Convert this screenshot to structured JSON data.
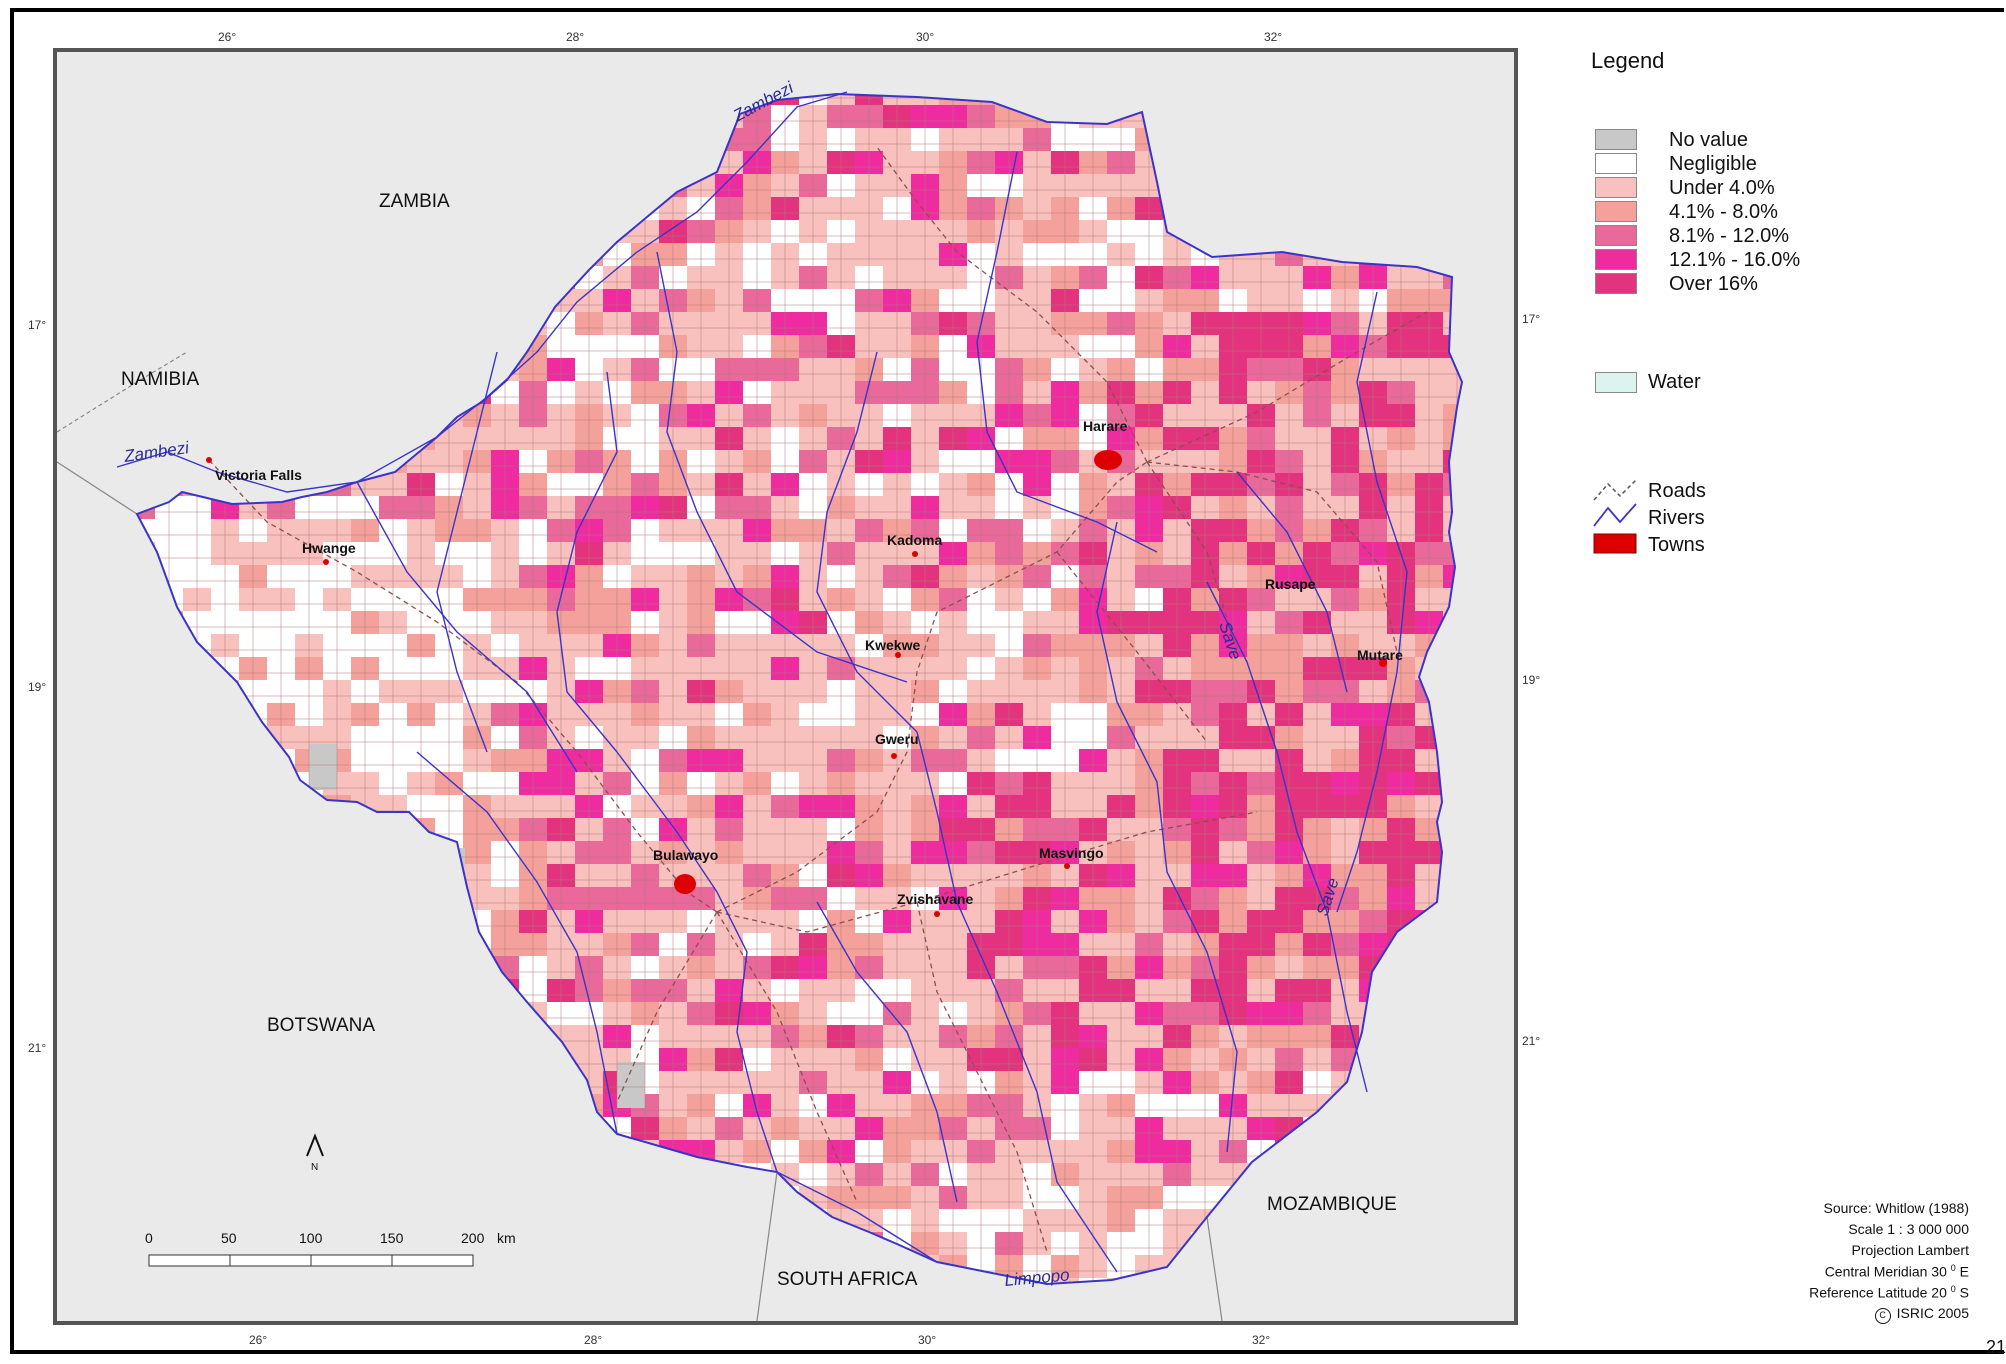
{
  "map": {
    "countries": {
      "zambia": "ZAMBIA",
      "namibia": "NAMIBIA",
      "botswana": "BOTSWANA",
      "south_africa": "SOUTH AFRICA",
      "mozambique": "MOZAMBIQUE"
    },
    "rivers": {
      "zambezi_1": "Zambezi",
      "zambezi_2": "Zambezi",
      "save_1": "Save",
      "save_2": "Save",
      "limpopo": "Limpopo"
    },
    "towns": [
      {
        "name": "Victoria Falls"
      },
      {
        "name": "Hwange"
      },
      {
        "name": "Harare"
      },
      {
        "name": "Kadoma"
      },
      {
        "name": "Rusape"
      },
      {
        "name": "Kwekwe"
      },
      {
        "name": "Mutare"
      },
      {
        "name": "Gweru"
      },
      {
        "name": "Bulawayo"
      },
      {
        "name": "Masvingo"
      },
      {
        "name": "Zvishavane"
      }
    ],
    "ticks": {
      "top": [
        "26°",
        "28°",
        "30°",
        "32°"
      ],
      "bottom": [
        "26°",
        "28°",
        "30°",
        "32°"
      ],
      "left": [
        "17°",
        "19°",
        "21°"
      ],
      "right": [
        "17°",
        "19°",
        "21°"
      ]
    },
    "north_label": "N",
    "scalebar": {
      "values": [
        "0",
        "50",
        "100",
        "150",
        "200"
      ],
      "unit": "km"
    }
  },
  "legend": {
    "title": "Legend",
    "classes": [
      {
        "label": "No value",
        "color": "#c8c8c8"
      },
      {
        "label": "Negligible",
        "color": "#ffffff"
      },
      {
        "label": "Under 4.0%",
        "color": "#f9c1bd"
      },
      {
        "label": "4.1% - 8.0%",
        "color": "#f4a19b"
      },
      {
        "label": "8.1% - 12.0%",
        "color": "#e8699a"
      },
      {
        "label": "12.1% - 16.0%",
        "color": "#ee2ca0"
      },
      {
        "label": "Over 16%",
        "color": "#e3327e"
      }
    ],
    "water": {
      "label": "Water",
      "color": "#ddf3ef"
    },
    "lines": [
      {
        "label": "Roads"
      },
      {
        "label": "Rivers"
      },
      {
        "label": "Towns",
        "color": "#dd0000"
      }
    ]
  },
  "info": {
    "source": "Source: Whitlow (1988)",
    "scale": "Scale 1 : 3 000 000",
    "projection": "Projection Lambert",
    "meridian": "Central Meridian 30",
    "meridian_sup": "0",
    "meridian_dir": "E",
    "latitude": "Reference Latitude 20",
    "latitude_sup": "0",
    "latitude_dir": "S",
    "copyright": "ISRIC 2005"
  },
  "page_number": "21"
}
